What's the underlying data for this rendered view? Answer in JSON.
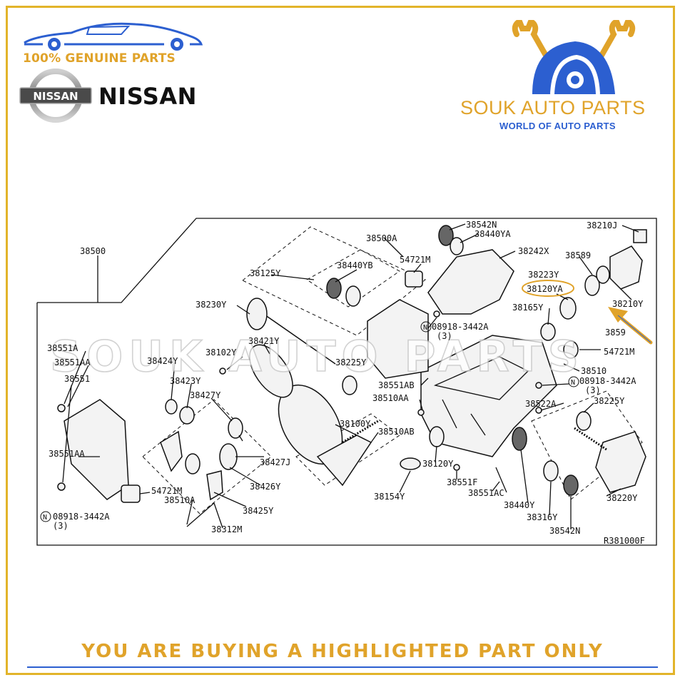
{
  "header": {
    "genuine_text": "100% GENUINE PARTS",
    "logo_badge_text": "NISSAN",
    "brand_word": "NISSAN",
    "store_name": "SOUK AUTO PARTS",
    "store_tagline": "WORLD OF AUTO PARTS"
  },
  "colors": {
    "gold": "#e0a32a",
    "blue": "#2c5fd0",
    "frame": "#e2b42a"
  },
  "diagram": {
    "watermark": "SOUK AUTO PARTS",
    "reference_code": "R381000F",
    "highlighted_part": "38120YA",
    "labels": {
      "l38500": "38500",
      "l38500A": "38500A",
      "l38542N": "38542N",
      "l38440YA": "38440YA",
      "l38210J": "38210J",
      "l38242X": "38242X",
      "l38589": "38589",
      "l38440YB": "38440YB",
      "l54721M_a": "54721M",
      "l38223Y": "38223Y",
      "l38120YA": "38120YA",
      "l38125Y": "38125Y",
      "l38210Y": "38210Y",
      "l38230Y": "38230Y",
      "l38165Y": "38165Y",
      "l08918_a": "08918-3442A",
      "l3_a": "(3)",
      "l3859": "3859",
      "l38421Y": "38421Y",
      "l54721M_b": "54721M",
      "l38551A": "38551A",
      "l38102Y": "38102Y",
      "l38551AA": "38551AA",
      "l38424Y": "38424Y",
      "l38225Y_a": "38225Y",
      "l38510": "38510",
      "l08918_b": "08918-3442A",
      "l3_b": "(3)",
      "l38551": "38551",
      "l38423Y": "38423Y",
      "l38551AB": "38551AB",
      "l38427Y": "38427Y",
      "l38510AA": "38510AA",
      "l38522A": "38522A",
      "l38225Y_b": "38225Y",
      "l38100Y": "38100Y",
      "l38510AB": "38510AB",
      "l38551AA2": "38551AA",
      "l38427J": "38427J",
      "l38120Y": "38120Y",
      "l38551F": "38551F",
      "l38426Y": "38426Y",
      "l54721M_c": "54721M",
      "l38551AC": "38551AC",
      "l38154Y": "38154Y",
      "l38220Y": "38220Y",
      "l38510A": "38510A",
      "l38440Y": "38440Y",
      "l38425Y": "38425Y",
      "l08918_c": "08918-3442A",
      "l3_c": "(3)",
      "l38316Y": "38316Y",
      "l38312M": "38312M",
      "l38542N_b": "38542N",
      "nut_symbol": "N"
    }
  },
  "footer": {
    "banner_text": "YOU ARE BUYING A HIGHLIGHTED PART ONLY"
  }
}
